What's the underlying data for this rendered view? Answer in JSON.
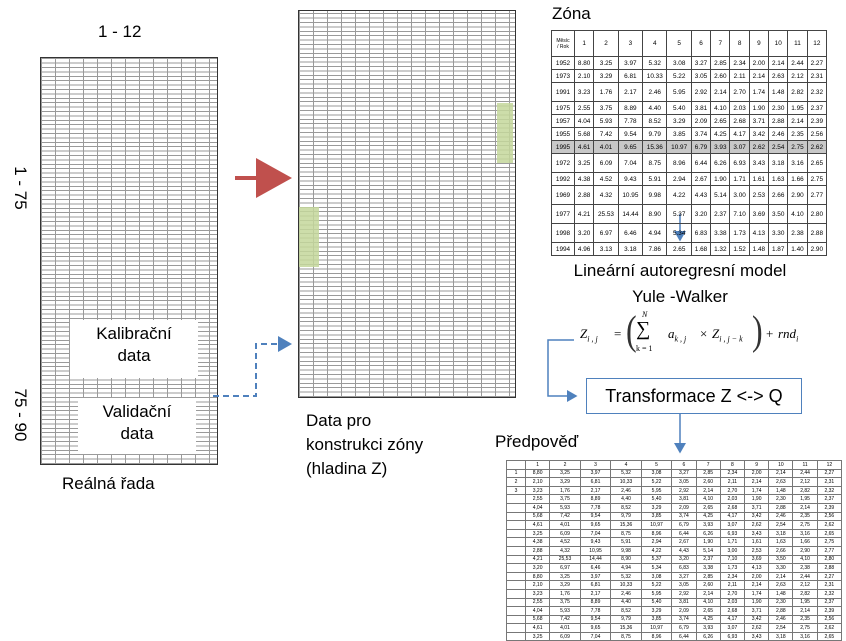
{
  "left": {
    "cols_label": "1 - 12",
    "rows_label_1": "1 - 75",
    "rows_label_2": "75 - 90",
    "kal_line1": "Kalibrační",
    "kal_line2": "data",
    "val_line1": "Validační",
    "val_line2": "data",
    "caption": "Reálná řada"
  },
  "middle": {
    "caption_line1": "Data pro",
    "caption_line2": "konstrukci zóny",
    "caption_line3": "(hladina Z)"
  },
  "zone": {
    "title": "Zóna",
    "corner_line1": "Měsíc",
    "corner_line2": "/ Rok",
    "months": [
      "1",
      "2",
      "3",
      "4",
      "5",
      "6",
      "7",
      "8",
      "9",
      "10",
      "11",
      "12"
    ],
    "highlight_row": 6,
    "rows": [
      [
        "1952",
        "8.80",
        "3.25",
        "3.97",
        "5.32",
        "3.08",
        "3.27",
        "2.85",
        "2.34",
        "2.00",
        "2.14",
        "2.44",
        "2.27"
      ],
      [
        "1973",
        "2.10",
        "3.29",
        "6.81",
        "10.33",
        "5.22",
        "3.05",
        "2.60",
        "2.11",
        "2.14",
        "2.63",
        "2.12",
        "2.31"
      ],
      [
        "1991",
        "3.23",
        "1.76",
        "2.17",
        "2.46",
        "5.95",
        "2.92",
        "2.14",
        "2.70",
        "1.74",
        "1.48",
        "2.82",
        "2.32"
      ],
      [
        "1975",
        "2.55",
        "3.75",
        "8.89",
        "4.40",
        "5.40",
        "3.81",
        "4.10",
        "2.03",
        "1.90",
        "2.30",
        "1.95",
        "2.37"
      ],
      [
        "1957",
        "4.04",
        "5.93",
        "7.78",
        "8.52",
        "3.29",
        "2.09",
        "2.65",
        "2.68",
        "3.71",
        "2.88",
        "2.14",
        "2.39"
      ],
      [
        "1955",
        "5.68",
        "7.42",
        "9.54",
        "9.79",
        "3.85",
        "3.74",
        "4.25",
        "4.17",
        "3.42",
        "2.46",
        "2.35",
        "2.56"
      ],
      [
        "1995",
        "4.61",
        "4.01",
        "9.65",
        "15.36",
        "10.97",
        "6.79",
        "3.93",
        "3.07",
        "2.62",
        "2.54",
        "2.75",
        "2.62"
      ],
      [
        "1972",
        "3.25",
        "6.09",
        "7.04",
        "8.75",
        "8.96",
        "6.44",
        "6.26",
        "6.93",
        "3.43",
        "3.18",
        "3.16",
        "2.65"
      ],
      [
        "1992",
        "4.38",
        "4.52",
        "9.43",
        "5.91",
        "2.94",
        "2.67",
        "1.90",
        "1.71",
        "1.61",
        "1.63",
        "1.66",
        "2.75"
      ],
      [
        "1969",
        "2.88",
        "4.32",
        "10.95",
        "9.98",
        "4.22",
        "4.43",
        "5.14",
        "3.00",
        "2.53",
        "2.66",
        "2.90",
        "2.77"
      ],
      [
        "1977",
        "4.21",
        "25.53",
        "14.44",
        "8.90",
        "5.37",
        "3.20",
        "2.37",
        "7.10",
        "3.69",
        "3.50",
        "4.10",
        "2.80"
      ],
      [
        "1998",
        "3.20",
        "6.97",
        "6.46",
        "4.94",
        "5.34",
        "6.83",
        "3.38",
        "1.73",
        "4.13",
        "3.30",
        "2.38",
        "2.88"
      ],
      [
        "1994",
        "4.96",
        "3.13",
        "3.18",
        "7.86",
        "2.65",
        "1.68",
        "1.32",
        "1.52",
        "1.48",
        "1.87",
        "1.40",
        "2.90"
      ]
    ]
  },
  "model": {
    "title_line1": "Lineární autoregresní model",
    "title_line2": "Yule -Walker",
    "formula": {
      "lhs": "Z",
      "lhs_sub": "i , j",
      "equals": "=",
      "sum_top": "N",
      "sum_sign": "∑",
      "sum_bottom": "k = 1",
      "a": "a",
      "a_sub": "k , j",
      "times": "×",
      "z": "Z",
      "z_sub": "i , j − k",
      "plus": "+",
      "rnd": "rnd",
      "rnd_sub": "i"
    }
  },
  "transform": {
    "label": "Transformace Z <-> Q"
  },
  "forecast": {
    "title": "Předpověď",
    "header": [
      "1",
      "2",
      "3",
      "4",
      "5",
      "6",
      "7",
      "8",
      "9",
      "10",
      "11",
      "12"
    ],
    "rows": [
      [
        "1",
        "8,80",
        "3,25",
        "3,97",
        "5,32",
        "3,08",
        "3,27",
        "2,85",
        "2,34",
        "2,00",
        "2,14",
        "2,44",
        "2,27"
      ],
      [
        "2",
        "2,10",
        "3,29",
        "6,81",
        "10,33",
        "5,22",
        "3,05",
        "2,60",
        "2,11",
        "2,14",
        "2,63",
        "2,12",
        "2,31"
      ],
      [
        "3",
        "3,23",
        "1,76",
        "2,17",
        "2,46",
        "5,95",
        "2,92",
        "2,14",
        "2,70",
        "1,74",
        "1,48",
        "2,82",
        "2,32"
      ],
      [
        "",
        "2,55",
        "3,75",
        "8,89",
        "4,40",
        "5,40",
        "3,81",
        "4,10",
        "2,03",
        "1,90",
        "2,30",
        "1,95",
        "2,37"
      ],
      [
        "",
        "4,04",
        "5,93",
        "7,78",
        "8,52",
        "3,29",
        "2,09",
        "2,65",
        "2,68",
        "3,71",
        "2,88",
        "2,14",
        "2,39"
      ],
      [
        "",
        "5,68",
        "7,42",
        "9,54",
        "9,79",
        "3,85",
        "3,74",
        "4,25",
        "4,17",
        "3,42",
        "2,46",
        "2,35",
        "2,56"
      ],
      [
        "",
        "4,61",
        "4,01",
        "9,65",
        "15,36",
        "10,97",
        "6,79",
        "3,93",
        "3,07",
        "2,62",
        "2,54",
        "2,75",
        "2,62"
      ],
      [
        "",
        "3,25",
        "6,09",
        "7,04",
        "8,75",
        "8,96",
        "6,44",
        "6,26",
        "6,93",
        "3,43",
        "3,18",
        "3,16",
        "2,65"
      ],
      [
        "",
        "4,38",
        "4,52",
        "9,43",
        "5,91",
        "2,94",
        "2,67",
        "1,90",
        "1,71",
        "1,61",
        "1,63",
        "1,66",
        "2,75"
      ],
      [
        "",
        "2,88",
        "4,32",
        "10,95",
        "9,98",
        "4,22",
        "4,43",
        "5,14",
        "3,00",
        "2,53",
        "2,66",
        "2,90",
        "2,77"
      ],
      [
        "",
        "4,21",
        "25,53",
        "14,44",
        "8,90",
        "5,37",
        "3,20",
        "2,37",
        "7,10",
        "3,69",
        "3,50",
        "4,10",
        "2,80"
      ],
      [
        "",
        "3,20",
        "6,97",
        "6,46",
        "4,94",
        "5,34",
        "6,83",
        "3,38",
        "1,73",
        "4,13",
        "3,30",
        "2,38",
        "2,88"
      ],
      [
        "",
        "8,80",
        "3,25",
        "3,97",
        "5,32",
        "3,08",
        "3,27",
        "2,85",
        "2,34",
        "2,00",
        "2,14",
        "2,44",
        "2,27"
      ],
      [
        "",
        "2,10",
        "3,29",
        "6,81",
        "10,33",
        "5,22",
        "3,05",
        "2,60",
        "2,11",
        "2,14",
        "2,63",
        "2,12",
        "2,31"
      ],
      [
        "",
        "3,23",
        "1,76",
        "2,17",
        "2,46",
        "5,95",
        "2,92",
        "2,14",
        "2,70",
        "1,74",
        "1,48",
        "2,82",
        "2,32"
      ],
      [
        "",
        "2,55",
        "3,75",
        "8,89",
        "4,40",
        "5,40",
        "3,81",
        "4,10",
        "2,03",
        "1,90",
        "2,30",
        "1,95",
        "2,37"
      ],
      [
        "",
        "4,04",
        "5,93",
        "7,78",
        "8,52",
        "3,29",
        "2,09",
        "2,65",
        "2,68",
        "3,71",
        "2,88",
        "2,14",
        "2,39"
      ],
      [
        "",
        "5,68",
        "7,42",
        "9,54",
        "9,79",
        "3,85",
        "3,74",
        "4,25",
        "4,17",
        "3,42",
        "2,46",
        "2,35",
        "2,56"
      ],
      [
        "",
        "4,61",
        "4,01",
        "9,65",
        "15,36",
        "10,97",
        "6,79",
        "3,93",
        "3,07",
        "2,62",
        "2,54",
        "2,75",
        "2,62"
      ],
      [
        "",
        "3,25",
        "6,09",
        "7,04",
        "8,75",
        "8,96",
        "6,44",
        "6,26",
        "6,93",
        "3,43",
        "3,18",
        "3,16",
        "2,65"
      ]
    ]
  },
  "colors": {
    "red_arrow": "#c0504d",
    "blue_arrow": "#4f81bd",
    "green_highlight": "#c4d79b",
    "zone_highlight": "#c8c8c8"
  }
}
